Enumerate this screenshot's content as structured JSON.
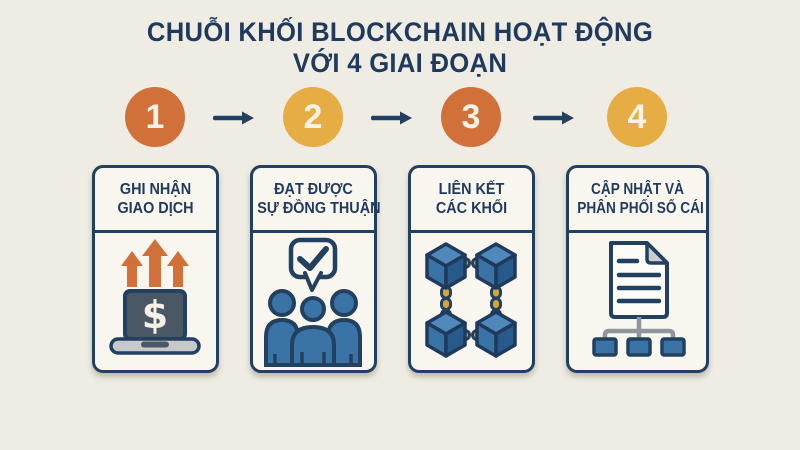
{
  "title": {
    "line1": "CHUỖI KHỐI BLOCKCHAIN HOẠT ĐỘNG",
    "line2": "VỚI 4 GIAI ĐOẠN"
  },
  "colors": {
    "background": "#efece4",
    "card_background": "#f8f6ef",
    "navy": "#22405f",
    "orange": "#d2703a",
    "amber": "#e7ad45",
    "blue": "#3a74a6",
    "gold": "#d9a33c",
    "gray": "#c6c9cc"
  },
  "steps": [
    {
      "number": "1",
      "circle_color": "#d2703a",
      "label_line1": "GHI NHẬN",
      "label_line2": "GIAO DỊCH",
      "icon": "laptop-dollar-arrows-icon",
      "icon_text": "$"
    },
    {
      "number": "2",
      "circle_color": "#e7ad45",
      "label_line1": "ĐẠT ĐƯỢC",
      "label_line2": "SỰ ĐỒNG THUẬN",
      "icon": "consensus-people-icon"
    },
    {
      "number": "3",
      "circle_color": "#d2703a",
      "label_line1": "LIÊN KẾT",
      "label_line2": "CÁC KHỐI",
      "icon": "linked-blocks-icon"
    },
    {
      "number": "4",
      "circle_color": "#e7ad45",
      "label_line1": "CẬP NHẬT VÀ",
      "label_line2": "PHÂN PHỐI SỐ CÁI",
      "icon": "ledger-distribution-icon"
    }
  ]
}
